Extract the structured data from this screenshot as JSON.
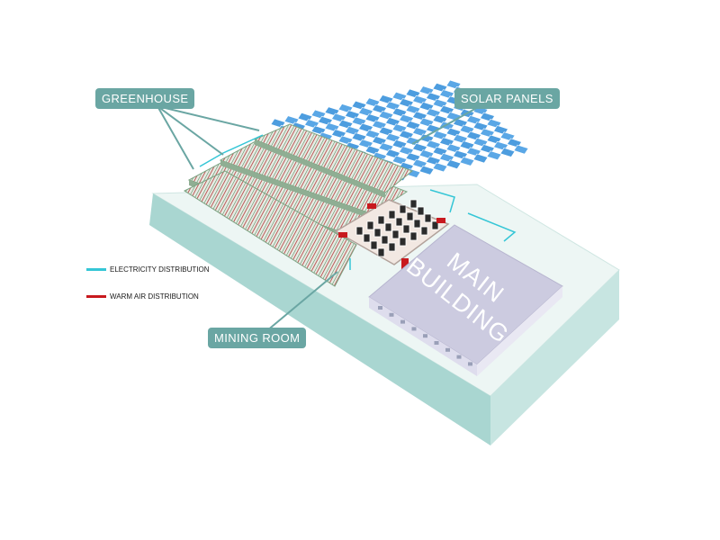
{
  "labels": {
    "greenhouse": "GREENHOUSE",
    "solar_panels": "SOLAR PANELS",
    "mining_room": "MINING ROOM",
    "main_building_line1": "MAIN",
    "main_building_line2": "BUILDING"
  },
  "legend": [
    {
      "label": "ELECTRICITY DISTRIBUTION",
      "color": "#35c6d6"
    },
    {
      "label": "WARM AIR DISTRIBUTION",
      "color": "#c8191e"
    }
  ],
  "colors": {
    "callout": "#6aa6a3",
    "platform_top": "#e9f4f2",
    "platform_side": "#9fcfca",
    "solar": "#5aa7e6",
    "greenhouse_frame": "#6b8f6f",
    "greenhouse_crop": "#b94a4a",
    "main_building": "#cccbe0",
    "mining_room": "#f1e6e0"
  }
}
